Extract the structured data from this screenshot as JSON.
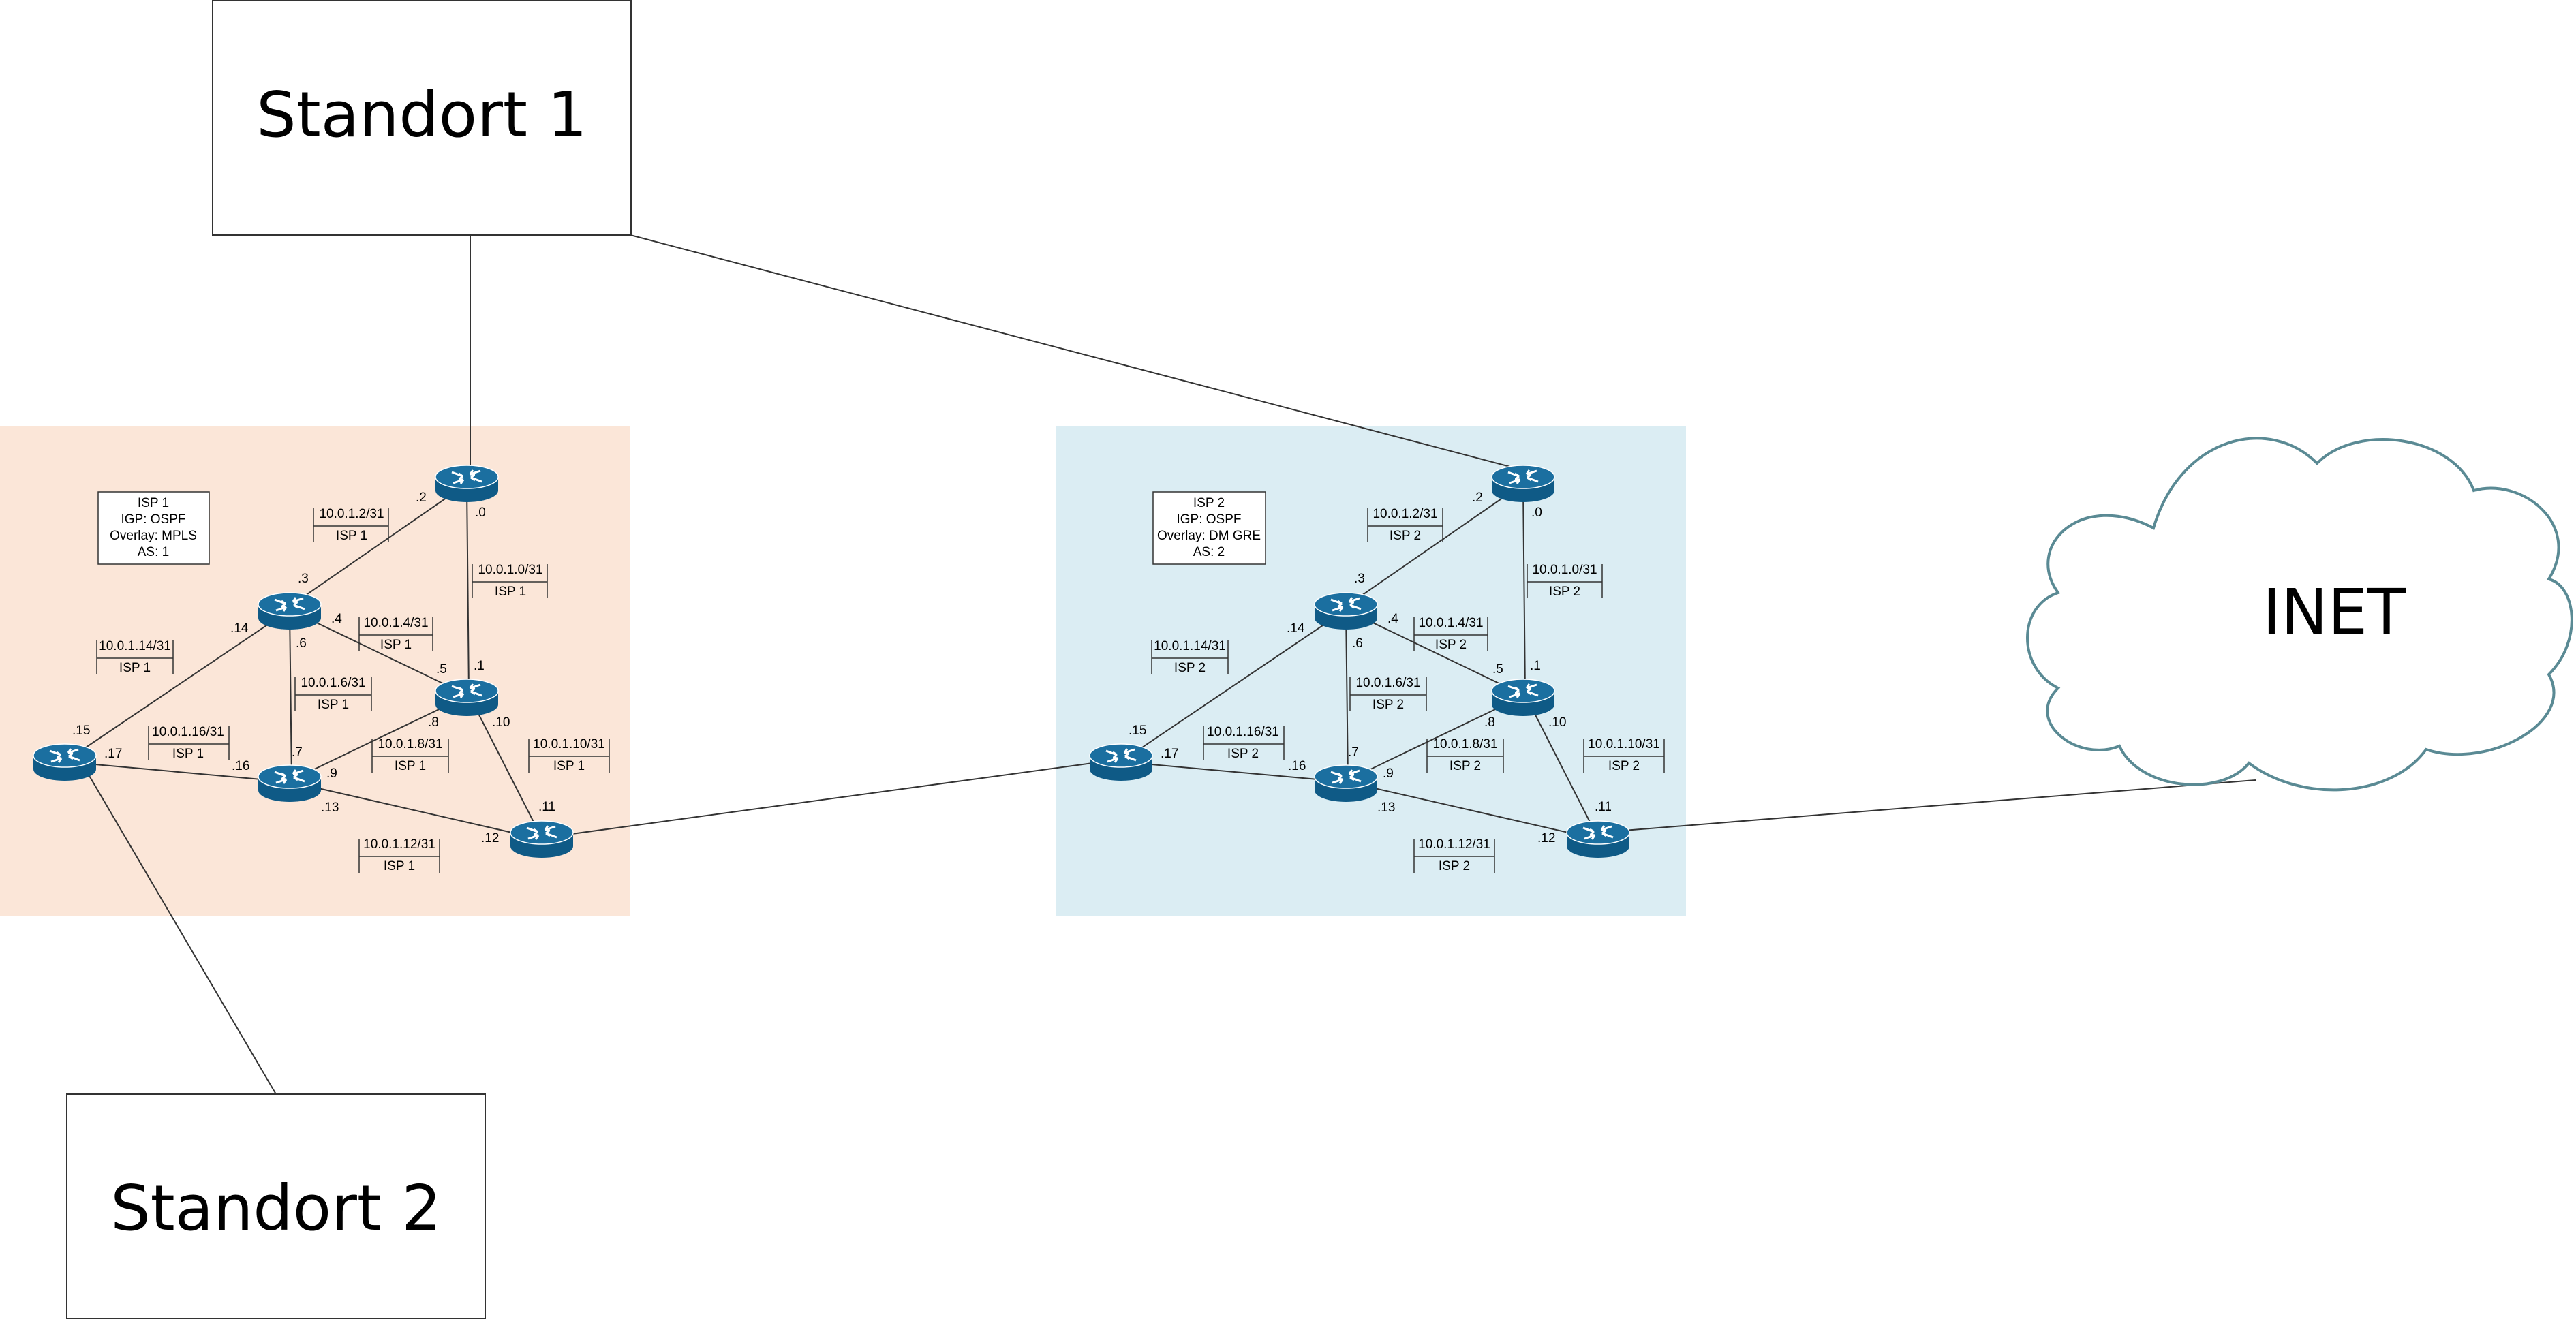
{
  "sites": {
    "standort1": "Standort 1",
    "standort2": "Standort 2"
  },
  "cloud": {
    "label": "INET"
  },
  "isp1": {
    "info": [
      "ISP 1",
      "IGP: OSPF",
      "Overlay: MPLS",
      "AS: 1"
    ],
    "isp_label": "ISP 1",
    "color": "#fbe6d8"
  },
  "isp2": {
    "info": [
      "ISP 2",
      "IGP: OSPF",
      "Overlay: DM GRE",
      "AS: 2"
    ],
    "isp_label": "ISP 2",
    "color": "#dbedf3"
  },
  "ports": {
    "p0": ".0",
    "p1": ".1",
    "p2": ".2",
    "p3": ".3",
    "p4": ".4",
    "p5": ".5",
    "p6": ".6",
    "p7": ".7",
    "p8": ".8",
    "p9": ".9",
    "p10": ".10",
    "p11": ".11",
    "p12": ".12",
    "p13": ".13",
    "p14": ".14",
    "p15": ".15",
    "p16": ".16",
    "p17": ".17"
  },
  "networks": {
    "n0": "10.0.1.0/31",
    "n2": "10.0.1.2/31",
    "n4": "10.0.1.4/31",
    "n6": "10.0.1.6/31",
    "n8": "10.0.1.8/31",
    "n10": "10.0.1.10/31",
    "n12": "10.0.1.12/31",
    "n14": "10.0.1.14/31",
    "n16": "10.0.1.16/31"
  },
  "colors": {
    "router": "#1b6fa0",
    "router_dark": "#0f5a86",
    "cloud_stroke": "#5a8a94",
    "line": "#333333"
  }
}
